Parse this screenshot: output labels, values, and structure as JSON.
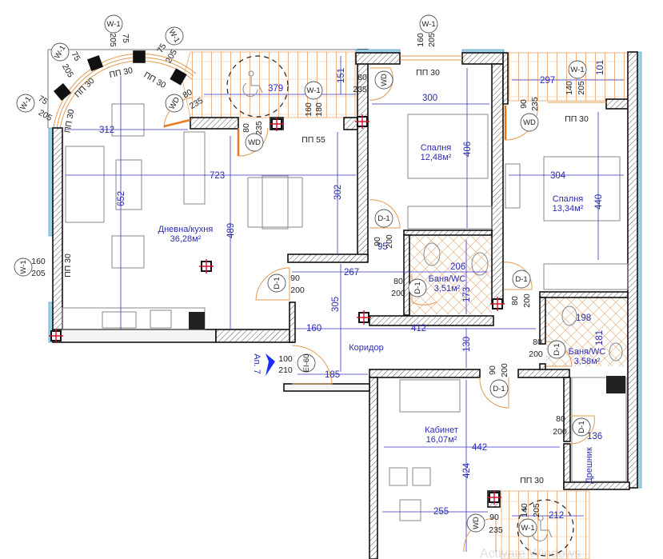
{
  "plan": {
    "rooms": [
      {
        "name": "Дневна/кухня",
        "area": "36,28м²"
      },
      {
        "name": "Спалня",
        "area": "12,48м²"
      },
      {
        "name": "Спалня",
        "area": "13,34м²"
      },
      {
        "name": "Баня/WC",
        "area": "3,51м²"
      },
      {
        "name": "Баня/WC",
        "area": "3,58м²"
      },
      {
        "name": "Коридор"
      },
      {
        "name": "Кабинет",
        "area": "16,07м²"
      },
      {
        "name": "Дрешник"
      }
    ],
    "dimensions": [
      "312",
      "723",
      "652",
      "489",
      "302",
      "379",
      "151",
      "300",
      "406",
      "297",
      "101",
      "304",
      "440",
      "95",
      "206",
      "267",
      "305",
      "160",
      "412",
      "173",
      "198",
      "181",
      "130",
      "185",
      "442",
      "136",
      "424",
      "255",
      "212"
    ],
    "openings": [
      {
        "tag": "W-1",
        "w": "75",
        "h": "205"
      },
      {
        "tag": "W-1",
        "w": "75",
        "h": "205"
      },
      {
        "tag": "W-1",
        "w": "75",
        "h": "205"
      },
      {
        "tag": "W-1",
        "w": "75",
        "h": "205"
      },
      {
        "tag": "W-1",
        "w": "160",
        "h": "205"
      },
      {
        "tag": "W-1",
        "w": "160",
        "h": "180"
      },
      {
        "tag": "W-1",
        "w": "160",
        "h": "205"
      },
      {
        "tag": "W-1",
        "w": "140",
        "h": "205"
      },
      {
        "tag": "W-1",
        "w": "140",
        "h": "205"
      },
      {
        "tag": "WD",
        "w": "80",
        "h": "235"
      },
      {
        "tag": "WD",
        "w": "80",
        "h": "235"
      },
      {
        "tag": "WD",
        "w": "80",
        "h": "235"
      },
      {
        "tag": "WD",
        "w": "90",
        "h": "235"
      },
      {
        "tag": "WD",
        "w": "90",
        "h": "235"
      },
      {
        "tag": "D-1",
        "w": "90",
        "h": "200"
      },
      {
        "tag": "D-1",
        "w": "90",
        "h": "200"
      },
      {
        "tag": "D-1",
        "w": "80",
        "h": "200"
      },
      {
        "tag": "D-1",
        "w": "80",
        "h": "200"
      },
      {
        "tag": "D-1",
        "w": "80",
        "h": "200"
      },
      {
        "tag": "D-1",
        "w": "90",
        "h": "200"
      },
      {
        "tag": "D-1",
        "w": "80",
        "h": "200"
      },
      {
        "tag": "EI-60",
        "w": "100",
        "h": "210"
      }
    ],
    "sills": [
      "ПП 30",
      "ПП 30",
      "ПП 30",
      "ПП 30",
      "ПП 30",
      "ПП 55",
      "ПП 30",
      "ПП 30",
      "ПП 30"
    ],
    "entrance": {
      "label": "Ап. 7",
      "arrow_color": "#1a2cff"
    },
    "watermark": "Activate Windows",
    "colors": {
      "dimension": "#2b2bb0",
      "glass": "#9fd3ea",
      "terrace": "#e7a36a",
      "column_cross": "#d0102a"
    },
    "icons": [
      "wheelchair-icon",
      "column-cross-icon",
      "entrance-arrow-icon"
    ]
  }
}
